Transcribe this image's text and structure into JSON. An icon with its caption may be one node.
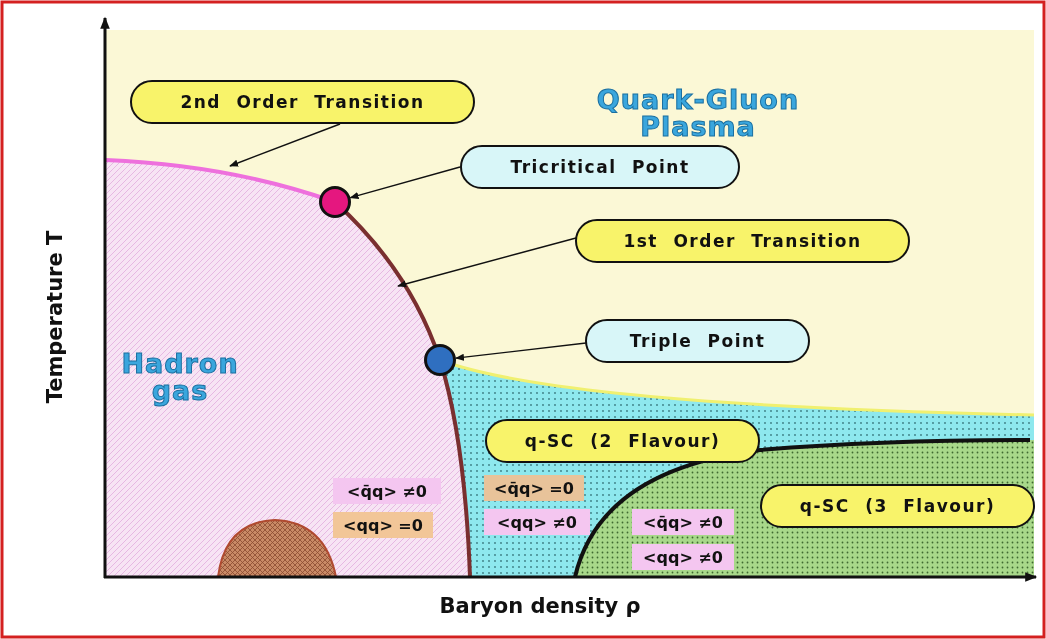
{
  "diagram": {
    "nodes": [
      {
        "text": [
          "2nd Order Transition"
        ]
      },
      {
        "text": [
          "Tricritical Point"
        ]
      },
      {
        "text": [],
        "shape": "circle"
      },
      {
        "text": [
          "1st Order Transition"
        ]
      },
      {
        "text": [
          "Triple Point"
        ]
      },
      {
        "text": [],
        "shape": "circle"
      },
      {
        "text": [
          "q-SC (2 Flavour)"
        ]
      },
      {
        "text": [
          "<q̄q> ≠0"
        ]
      },
      {
        "text": [
          "<qq> =0"
        ]
      },
      {
        "text": [
          "<q̄q> =0"
        ]
      },
      {
        "text": [
          "<qq> ≠0"
        ]
      },
      {
        "text": [
          "q-SC (3 Flavour)"
        ]
      },
      {
        "text": [
          "<q̄q> ≠0"
        ]
      },
      {
        "text": [
          "<qq> ≠0"
        ]
      }
    ],
    "edges": [
      {
        "from": 0,
        "to": null,
        "arrow": "to"
      },
      {
        "from": 1,
        "to": 2,
        "arrow": "to"
      },
      {
        "from": 3,
        "to": null,
        "arrow": "to"
      },
      {
        "from": 4,
        "to": 5,
        "arrow": "to"
      }
    ],
    "labels": [
      "Quark-Gluon Plasma",
      "Hadron gas",
      "Temperature T",
      "Baryon density ρ"
    ]
  }
}
